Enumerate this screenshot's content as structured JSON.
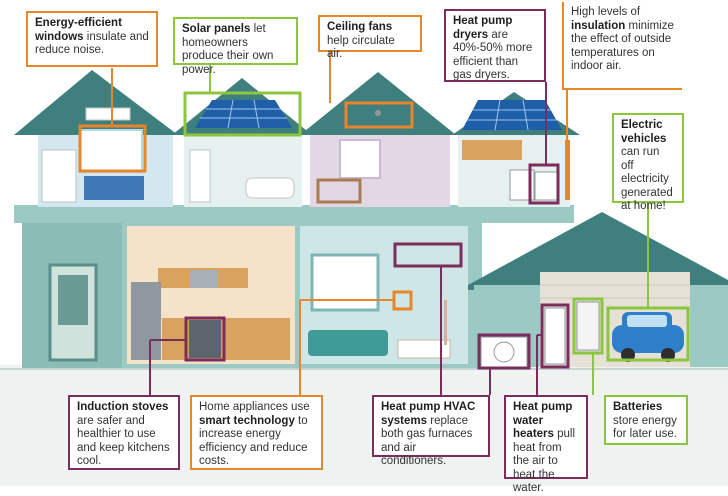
{
  "callouts": {
    "windows": {
      "bold": "Energy-efficient windows",
      "text": " insulate and reduce noise."
    },
    "solar": {
      "bold": "Solar panels",
      "text": " let homeowners produce their own power."
    },
    "fans": {
      "bold": "Ceiling fans",
      "text": " help circulate air."
    },
    "dryers": {
      "bold": "Heat pump dryers",
      "text": " are 40%-50% more efficient than gas dryers."
    },
    "insulation": {
      "pre": "High levels of ",
      "bold": "insulation",
      "text": " minimize the effect of outside temperatures on indoor air."
    },
    "ev": {
      "bold": "Electric vehicles",
      "text": " can run off electricity generated at home!"
    },
    "stoves": {
      "bold": "Induction stoves",
      "text": " are safer and healthier to use and keep kitchens cool."
    },
    "smart": {
      "pre": "Home appliances use ",
      "bold": "smart technology",
      "text": " to increase energy efficiency and reduce costs."
    },
    "hvac": {
      "bold": "Heat pump HVAC systems",
      "text": " replace both gas furnaces and air conditioners."
    },
    "water": {
      "bold": "Heat pump water heaters",
      "text": " pull heat from the air to heat the water."
    },
    "batteries": {
      "bold": "Batteries",
      "text": " store energy for later use."
    }
  },
  "colors": {
    "orange": "#e8862b",
    "green": "#8cc63f",
    "purple": "#7b2d5e",
    "roof": "#3f7f7d",
    "wall": "#9bc9c3"
  }
}
